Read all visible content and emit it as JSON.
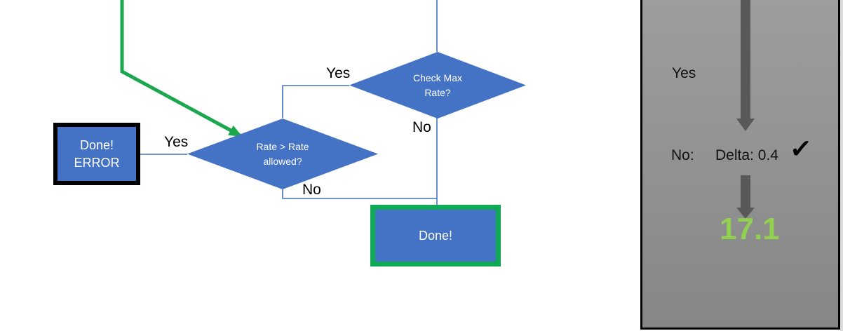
{
  "colors": {
    "shape_blue": "#4472C4",
    "connector_blue": "#4472C4",
    "flow_green": "#1aa74e",
    "done_border_green": "#10a956",
    "error_border_black": "#000000",
    "arrow_gray": "#595959",
    "result_green": "#92D050",
    "panel_gray": "#919191"
  },
  "flowchart": {
    "check_max_decision": {
      "line1": "Check Max",
      "line2": "Rate?"
    },
    "rate_decision": {
      "line1": "Rate > Rate",
      "line2": "allowed?"
    },
    "done_error_box": {
      "line1": "Done!",
      "line2": "ERROR"
    },
    "done_box": {
      "label": "Done!"
    },
    "labels": {
      "check_max_yes": "Yes",
      "check_max_no": "No",
      "rate_yes": "Yes",
      "rate_no": "No"
    }
  },
  "side_panel": {
    "yes_label": "Yes",
    "no_label": "No:",
    "delta_value": "Delta: 0.4",
    "check_mark": "✓",
    "result_value": "17.1"
  }
}
